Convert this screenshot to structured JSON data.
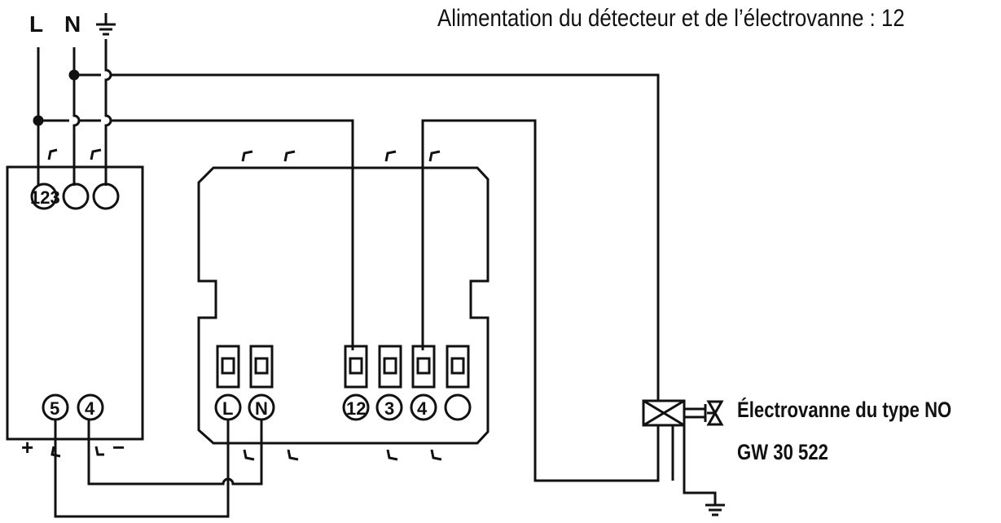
{
  "header": {
    "supply_label": "Alimentation du détecteur et de l’électrovanne : 12",
    "line_label": "L",
    "neutral_label": "N",
    "ground_symbol": "earth-ground-icon"
  },
  "detector": {
    "terminals_top": "123",
    "terminal_5": "5",
    "terminal_4": "4",
    "plus": "+",
    "minus": "−"
  },
  "module": {
    "terminal_L": "L",
    "terminal_N": "N",
    "terminal_12": "12",
    "terminal_3": "3",
    "terminal_4": "4"
  },
  "valve": {
    "line1": "Électrovanne du type NO",
    "line2": "GW 30 522",
    "icon": "solenoid-valve-icon"
  }
}
